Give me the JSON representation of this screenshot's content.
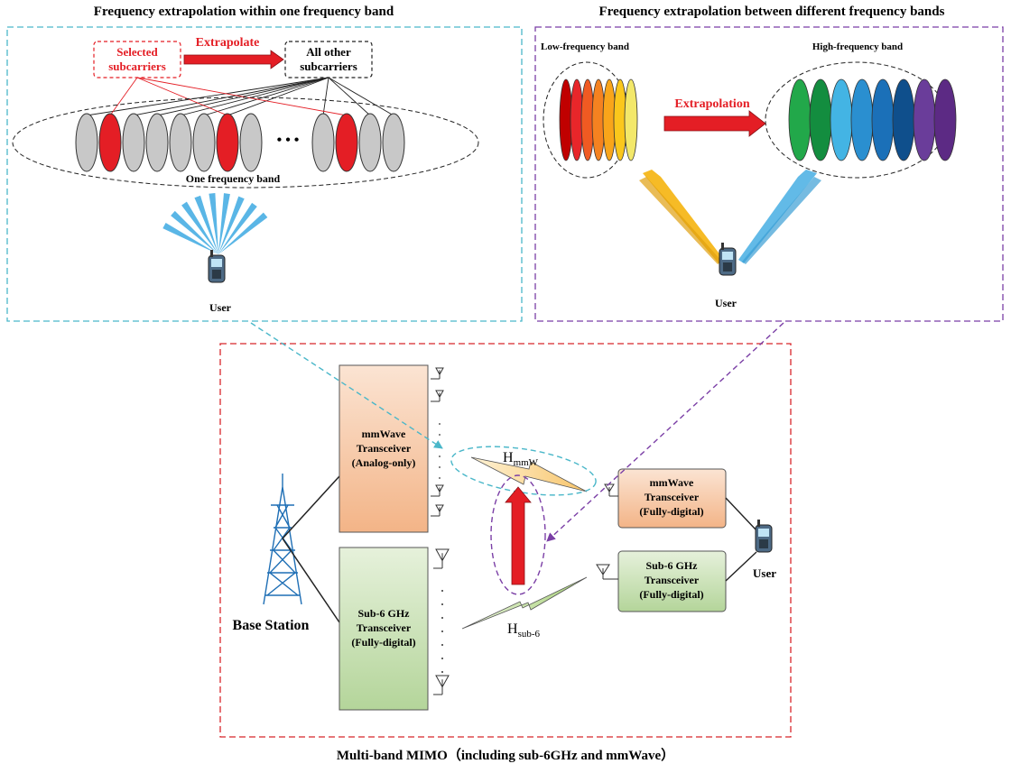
{
  "panels": {
    "within": {
      "title": "Frequency extrapolation within one frequency band",
      "selected_label": [
        "Selected",
        "subcarriers"
      ],
      "arrow_label": "Extrapolate",
      "others_label": [
        "All other",
        "subcarriers"
      ],
      "ellipsis": "• • •",
      "band_label": "One frequency band",
      "user_label": "User"
    },
    "between": {
      "title": "Frequency extrapolation between different frequency bands",
      "low_label": "Low-frequency band",
      "high_label": "High-frequency band",
      "arrow_label": "Extrapolation",
      "user_label": "User"
    },
    "multiband": {
      "caption": "Multi-band MIMO（including sub-6GHz and mmWave）",
      "base_station_label": "Base Station",
      "bs_mmwave": [
        "mmWave",
        "Transceiver",
        "(Analog-only)"
      ],
      "bs_sub6": [
        "Sub-6 GHz",
        "Transceiver",
        "(Fully-digital)"
      ],
      "ue_mmwave": [
        "mmWave",
        "Transceiver",
        "(Fully-digital)"
      ],
      "ue_sub6": [
        "Sub-6 GHz",
        "Transceiver",
        "(Fully-digital)"
      ],
      "channel_mmw": {
        "main": "H",
        "sub": "mmW"
      },
      "channel_sub6": {
        "main": "H",
        "sub": "sub-6"
      },
      "user_label": "User"
    }
  },
  "colors": {
    "cyan_dash": "#4ab7c9",
    "purple_dash": "#7b3fa6",
    "red_dash": "#d8262b",
    "red": "#e41e25",
    "orange_box": "#f6c39f",
    "green_box": "#bfdca5",
    "beam_blue": "#5ab6e6",
    "beam_yellow": "#f5b71a",
    "low_band": [
      "#c00000",
      "#e8262a",
      "#f05a22",
      "#f58220",
      "#f9a51a",
      "#fbc71c",
      "#f3e86a"
    ],
    "high_band": [
      "#22a84a",
      "#138d3f",
      "#43b4e4",
      "#2a8fd0",
      "#1b70b8",
      "#0f4f8c",
      "#6a3d9a",
      "#5c2a84"
    ]
  }
}
